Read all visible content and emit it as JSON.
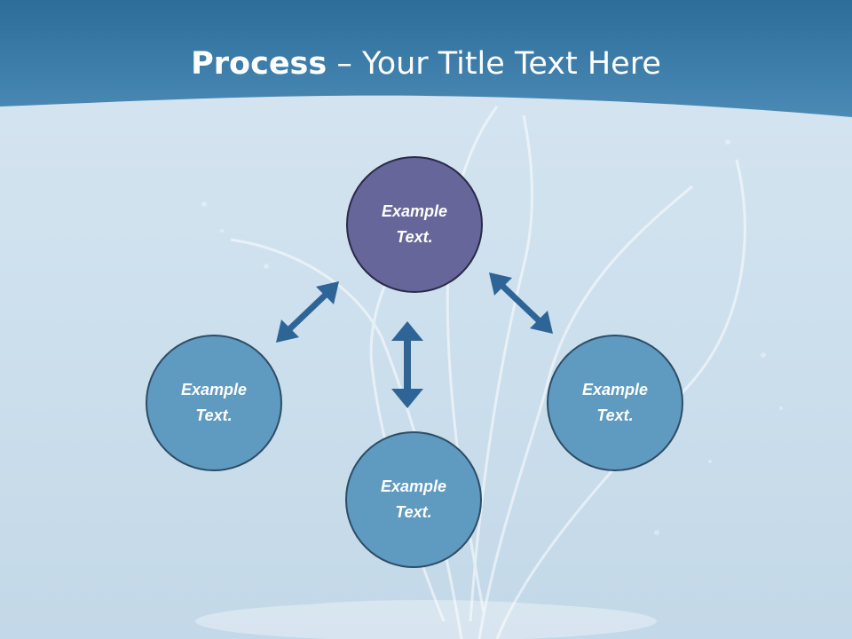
{
  "title": {
    "bold": "Process",
    "rest": " – Your Title Text Here"
  },
  "nodes": {
    "top": {
      "line1": "Example",
      "line2": "Text."
    },
    "left": {
      "line1": "Example",
      "line2": "Text."
    },
    "right": {
      "line1": "Example",
      "line2": "Text."
    },
    "bottom": {
      "line1": "Example",
      "line2": "Text."
    }
  },
  "colors": {
    "header": "#3f7fa8",
    "top_node": "#66669a",
    "side_nodes": "#5f9ac0",
    "arrows": "#2f6496"
  }
}
